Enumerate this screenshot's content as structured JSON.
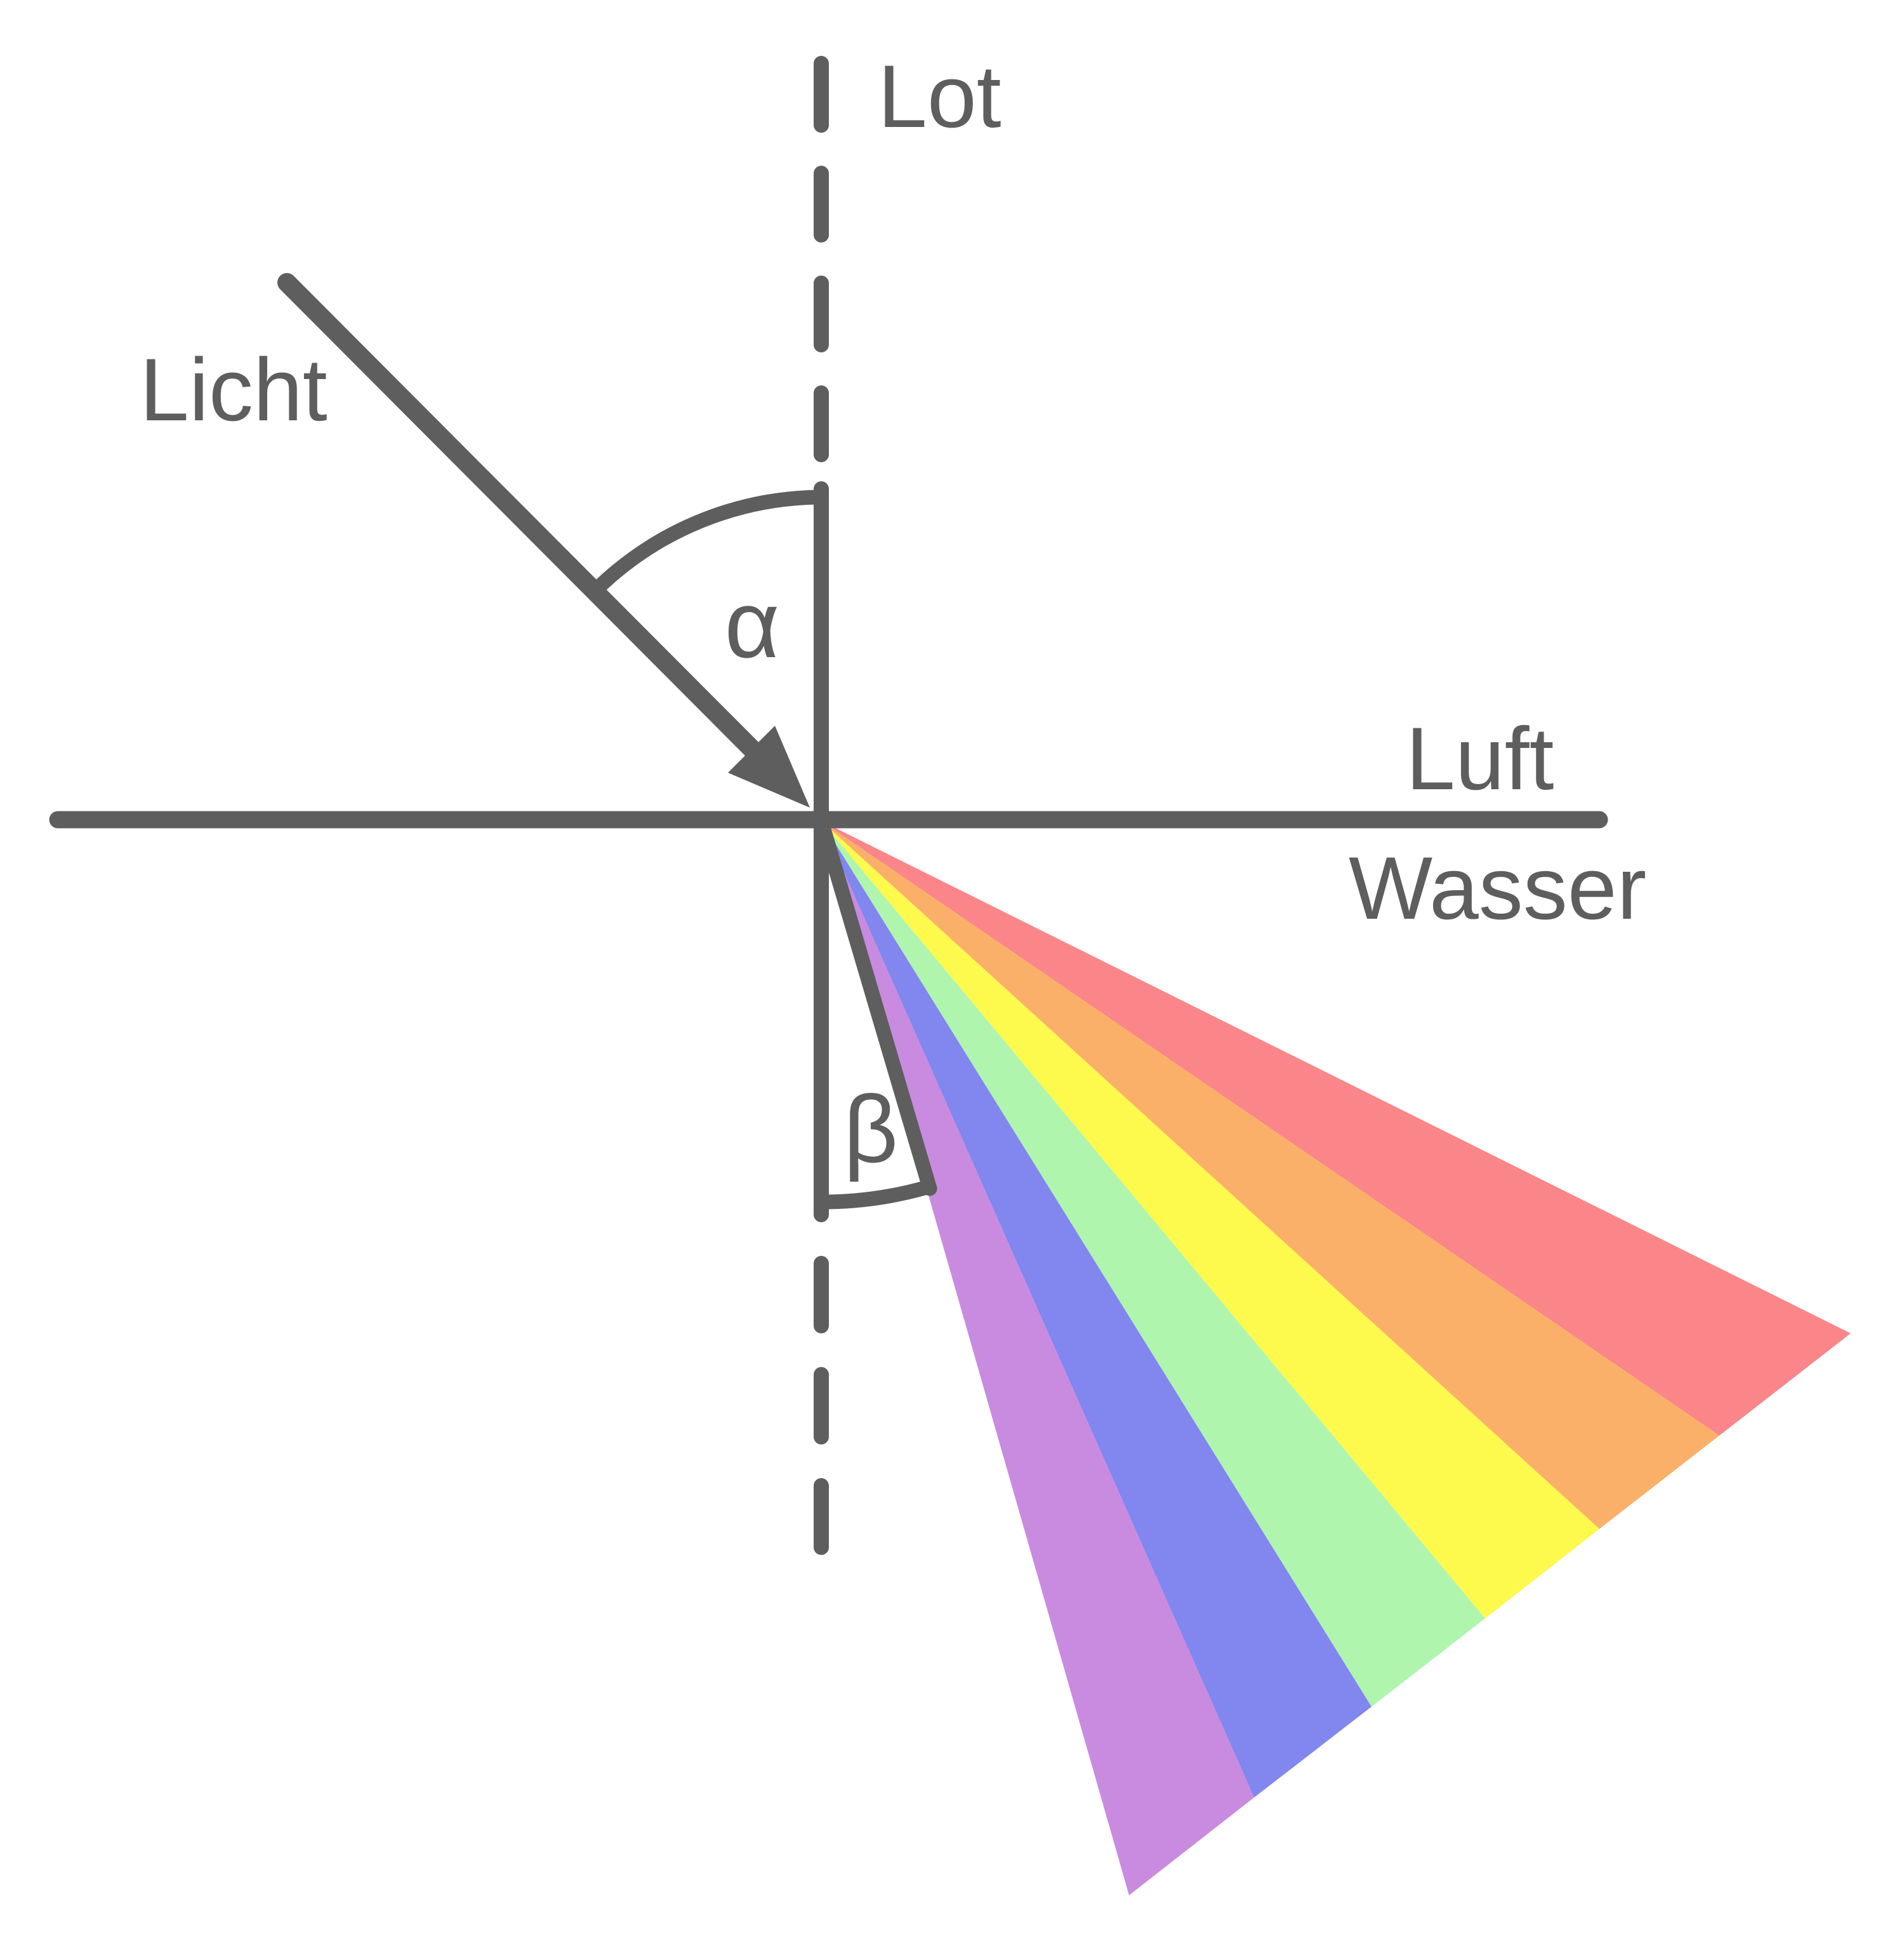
{
  "diagram": {
    "labels": {
      "normal": "Lot",
      "light": "Licht",
      "upper_medium": "Luft",
      "lower_medium": "Wasser",
      "angle_incidence": "α",
      "angle_refraction": "β"
    },
    "colors": {
      "line": "#5e5e5e",
      "background": "#ffffff",
      "spectrum": {
        "red": "#fa8689",
        "orange": "#fbb069",
        "yellow": "#fdf94d",
        "green": "#aff5ae",
        "blue": "#8286ef",
        "violet": "#c88bdf"
      }
    }
  }
}
